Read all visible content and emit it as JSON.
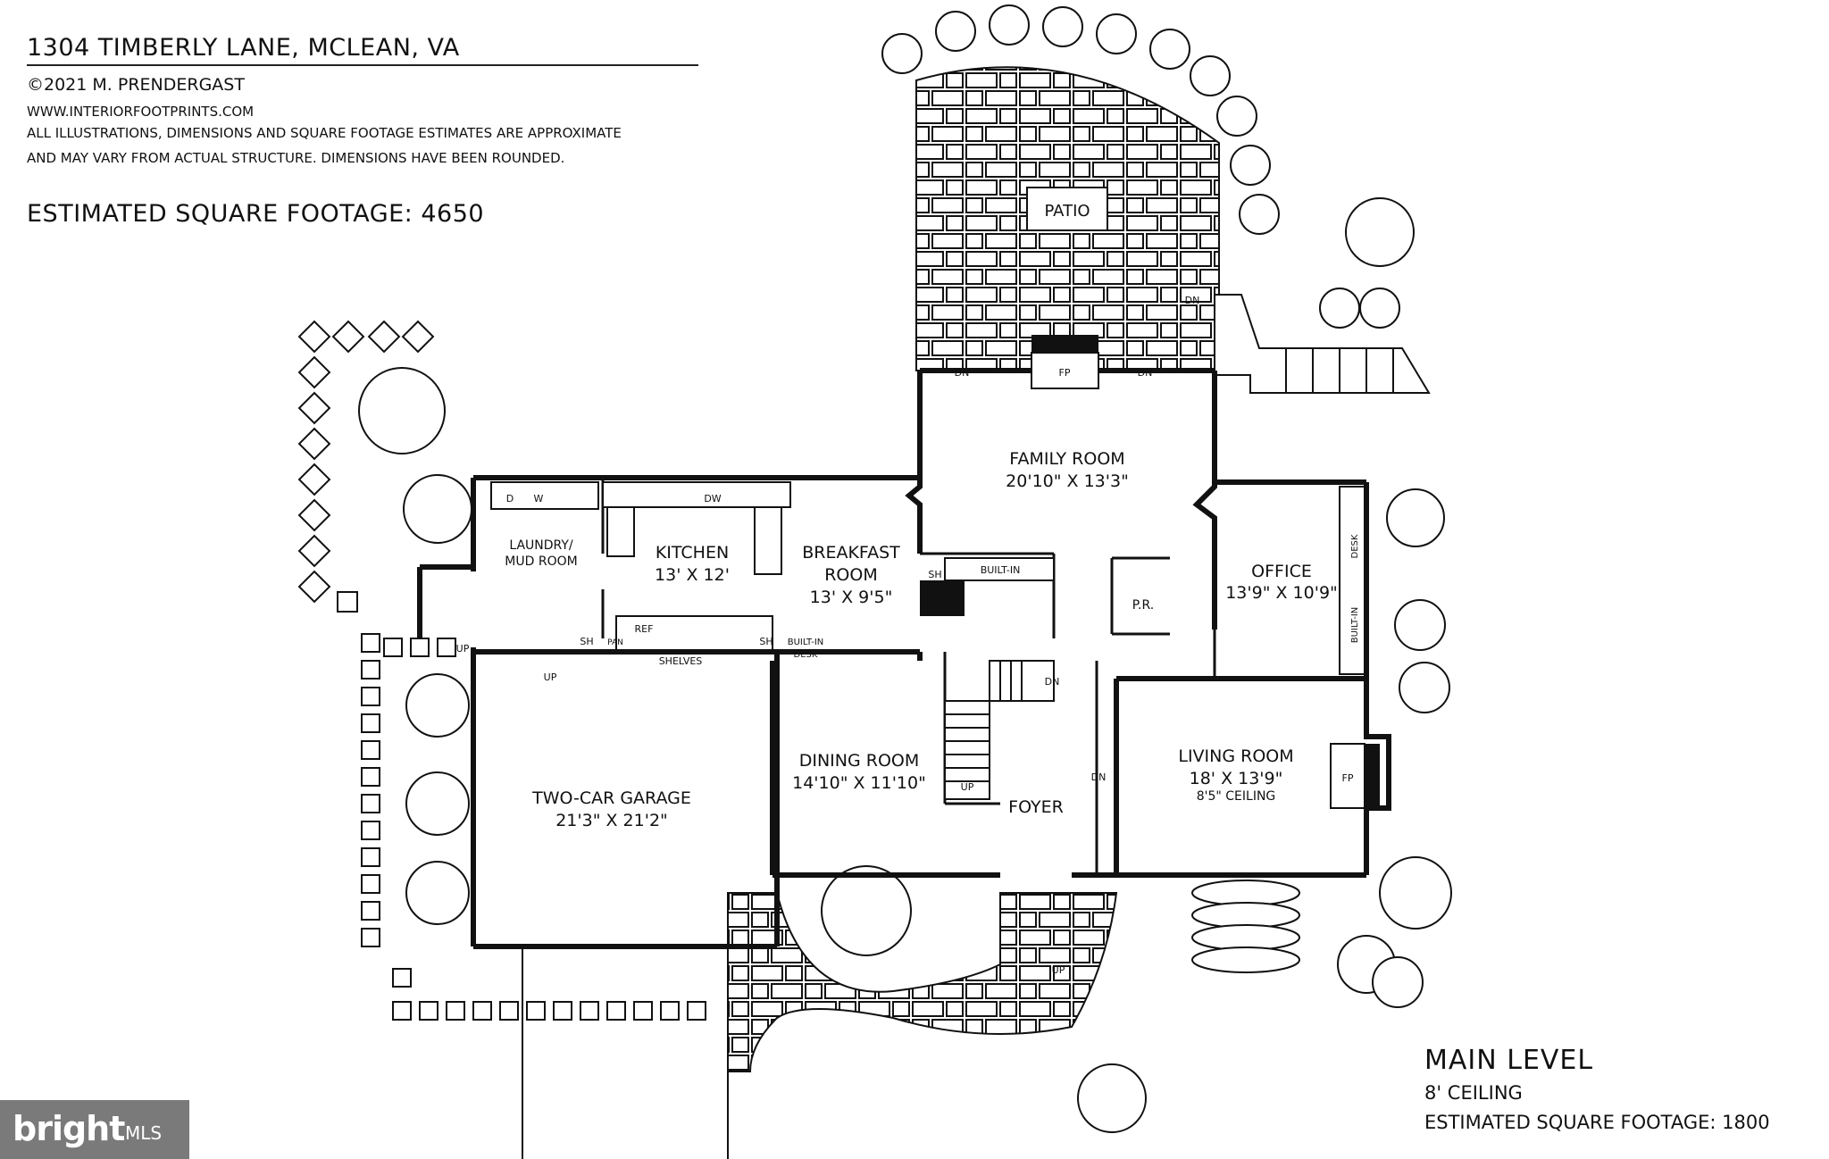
{
  "header": {
    "address": "1304 TIMBERLY LANE, MCLEAN, VA",
    "copyright": "©2021 M. PRENDERGAST",
    "website": "WWW.INTERIORFOOTPRINTS.COM",
    "disclaimer_line1": "ALL ILLUSTRATIONS, DIMENSIONS AND SQUARE FOOTAGE ESTIMATES ARE APPROXIMATE",
    "disclaimer_line2": "AND MAY VARY FROM ACTUAL STRUCTURE. DIMENSIONS HAVE BEEN ROUNDED.",
    "total_sqft": "ESTIMATED SQUARE FOOTAGE: 4650"
  },
  "level": {
    "title": "MAIN LEVEL",
    "ceiling": "8' CEILING",
    "sqft": "ESTIMATED SQUARE FOOTAGE: 1800"
  },
  "rooms": {
    "patio": "PATIO",
    "family": {
      "name": "FAMILY ROOM",
      "dims": "20'10\" X 13'3\""
    },
    "office": {
      "name": "OFFICE",
      "dims": "13'9\" X 10'9\""
    },
    "kitchen": {
      "name": "KITCHEN",
      "dims": "13' X 12'"
    },
    "breakfast": {
      "name": "BREAKFAST",
      "name2": "ROOM",
      "dims": "13' X 9'5\""
    },
    "laundry": {
      "name": "LAUNDRY/",
      "name2": "MUD ROOM"
    },
    "dining": {
      "name": "DINING ROOM",
      "dims": "14'10\" X 11'10\""
    },
    "living": {
      "name": "LIVING ROOM",
      "dims": "18' X 13'9\"",
      "ceiling": "8'5\" CEILING"
    },
    "garage": {
      "name": "TWO-CAR GARAGE",
      "dims": "21'3\" X 21'2\""
    },
    "foyer": "FOYER",
    "powder": "P.R."
  },
  "fixtures": {
    "fp": "FP",
    "dn": "DN",
    "up": "UP",
    "sh": "SH",
    "pan": "PAN",
    "ref": "REF",
    "dw": "DW",
    "d": "D",
    "w": "W",
    "built_in": "BUILT-IN",
    "built_in_desk": "BUILT-IN",
    "desk": "DESK",
    "shelves": "SHELVES",
    "desk2": "DESK"
  },
  "watermark": {
    "brand": "bright",
    "suffix": "MLS"
  }
}
